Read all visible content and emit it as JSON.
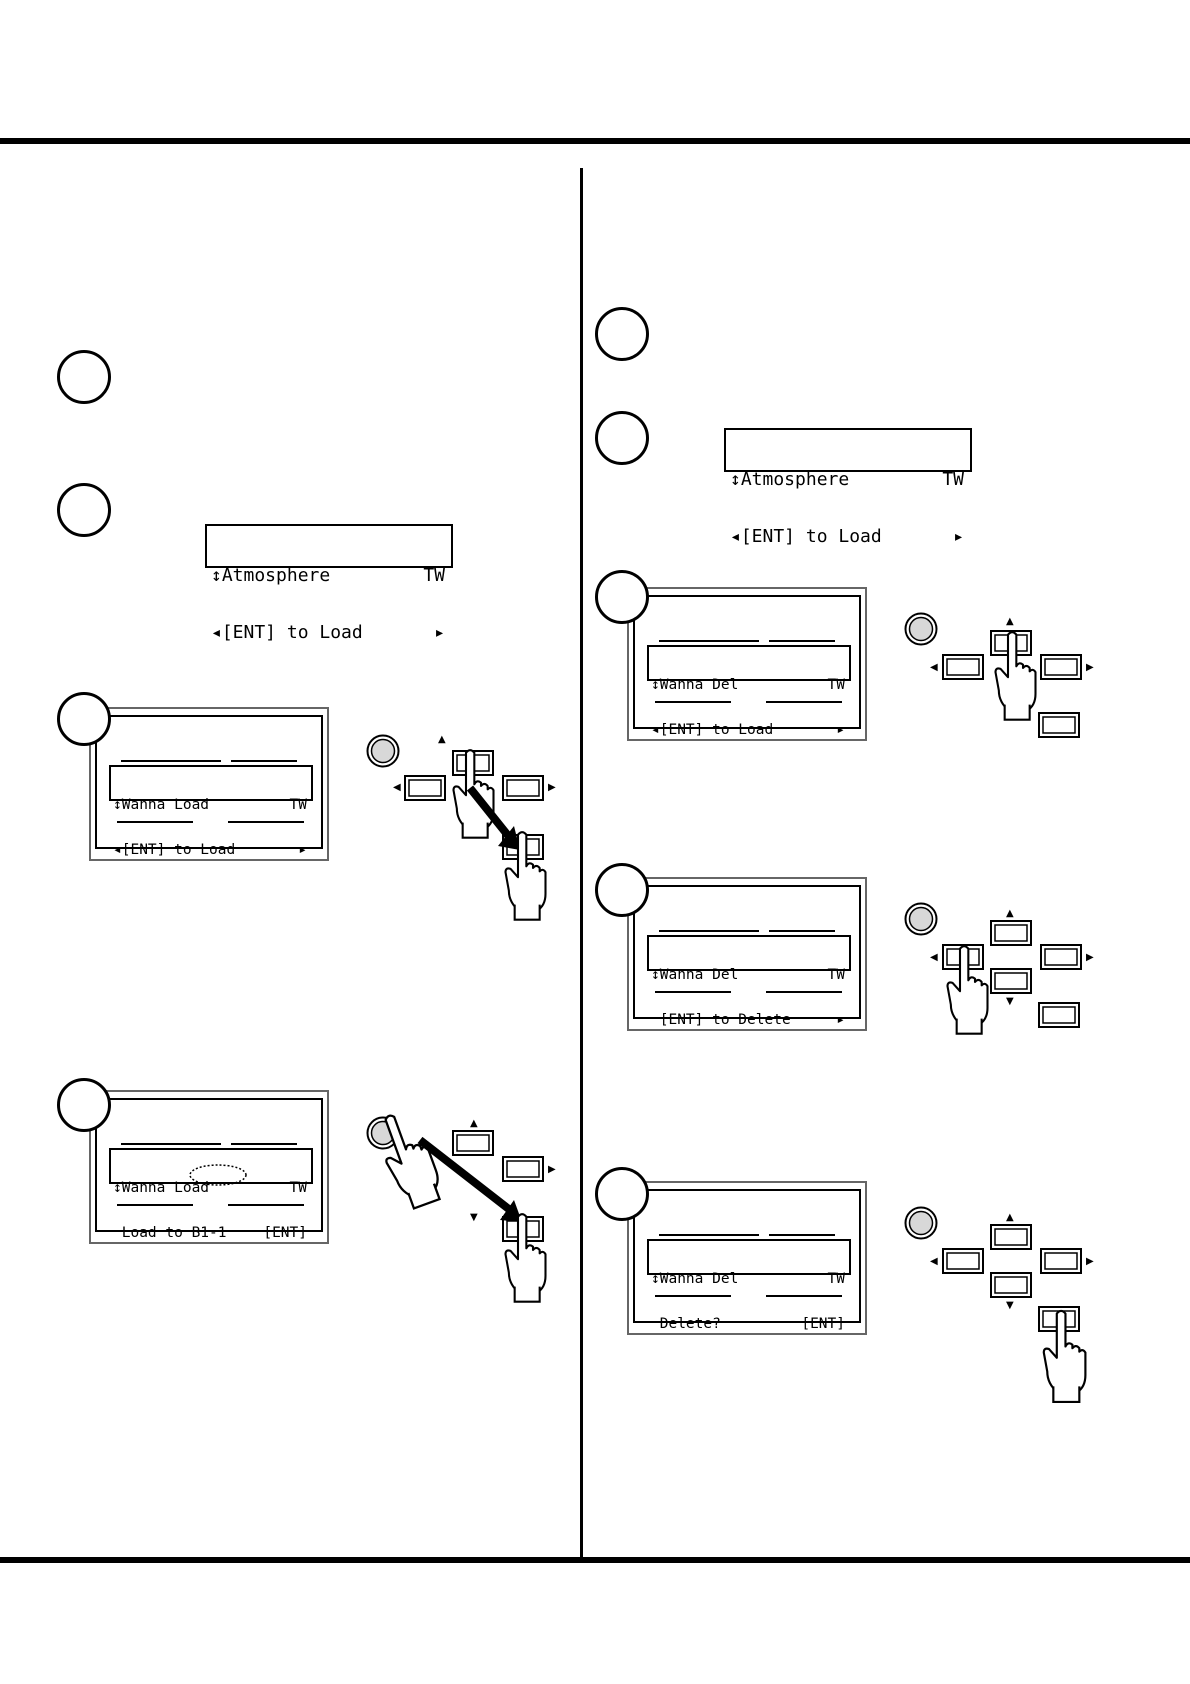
{
  "step_numbers": [
    "",
    "",
    "",
    "",
    "",
    "",
    "",
    ""
  ],
  "icons": {
    "up_down": "updown-arrow-icon",
    "left": "left-triangle-icon",
    "right": "right-triangle-icon",
    "hand": "pointing-hand-icon",
    "press_arrow": "press-arrow-icon"
  },
  "left": {
    "step2_display": {
      "line1": "↕Atmosphere",
      "line1_right": "TW",
      "line2": "◂[ENT] to Load",
      "line2_right": "▸"
    },
    "step3_display": {
      "line1": "↕Wanna Load",
      "line1_right": "TW",
      "line2": "◂[ENT] to Load",
      "line2_right": "▸"
    },
    "step4_display": {
      "line1": "↕Wanna Load",
      "line1_right": "TW",
      "line2": " Load to B1-1",
      "line2_right": "[ENT]"
    }
  },
  "right": {
    "step2_display": {
      "line1": "↕Atmosphere",
      "line1_right": "TW",
      "line2": "◂[ENT] to Load",
      "line2_right": "▸"
    },
    "step3_display": {
      "line1": "↕Wanna Del",
      "line1_right": "TW",
      "line2": "◂[ENT] to Load",
      "line2_right": "▸"
    },
    "step4_display": {
      "line1": "↕Wanna Del",
      "line1_right": "TW",
      "line2": " [ENT] to Delete",
      "line2_right": "▸"
    },
    "step5_display": {
      "line1": "↕Wanna Del",
      "line1_right": "TW",
      "line2": " Delete?",
      "line2_right": "[ENT]"
    }
  }
}
